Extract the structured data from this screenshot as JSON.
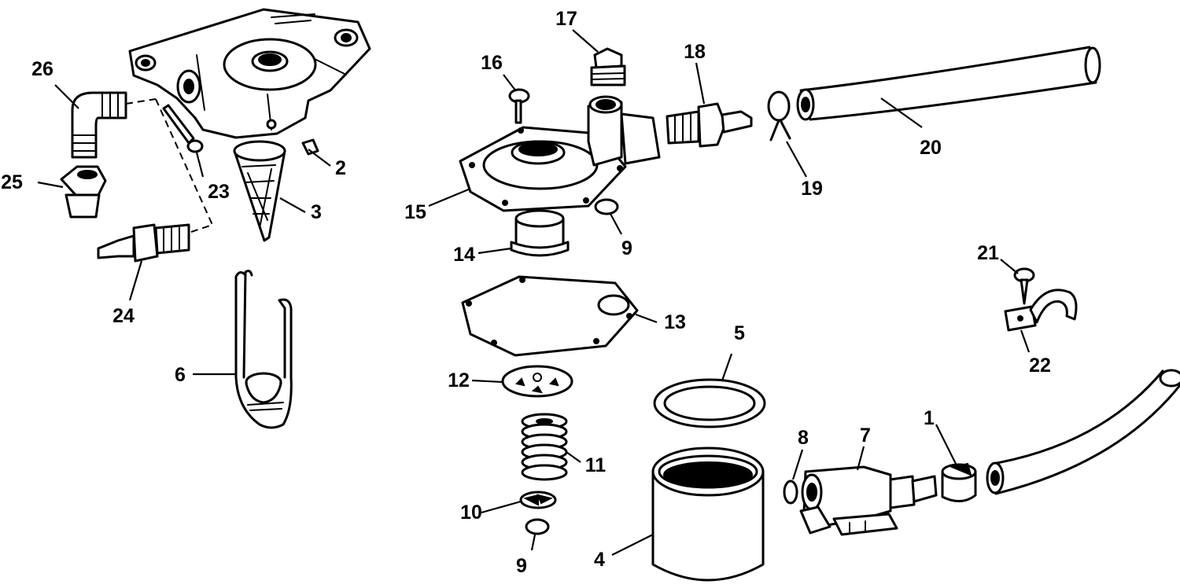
{
  "callouts": [
    {
      "id": "1",
      "text": "1"
    },
    {
      "id": "2",
      "text": "2"
    },
    {
      "id": "3",
      "text": "3"
    },
    {
      "id": "4",
      "text": "4"
    },
    {
      "id": "5",
      "text": "5"
    },
    {
      "id": "6",
      "text": "6"
    },
    {
      "id": "7",
      "text": "7"
    },
    {
      "id": "8",
      "text": "8"
    },
    {
      "id": "9a",
      "text": "9"
    },
    {
      "id": "9b",
      "text": "9"
    },
    {
      "id": "10",
      "text": "10"
    },
    {
      "id": "11",
      "text": "11"
    },
    {
      "id": "12",
      "text": "12"
    },
    {
      "id": "13",
      "text": "13"
    },
    {
      "id": "14",
      "text": "14"
    },
    {
      "id": "15",
      "text": "15"
    },
    {
      "id": "16",
      "text": "16"
    },
    {
      "id": "17",
      "text": "17"
    },
    {
      "id": "18",
      "text": "18"
    },
    {
      "id": "19",
      "text": "19"
    },
    {
      "id": "20",
      "text": "20"
    },
    {
      "id": "21",
      "text": "21"
    },
    {
      "id": "22",
      "text": "22"
    },
    {
      "id": "23",
      "text": "23"
    },
    {
      "id": "24",
      "text": "24"
    },
    {
      "id": "25",
      "text": "25"
    },
    {
      "id": "26",
      "text": "26"
    }
  ]
}
